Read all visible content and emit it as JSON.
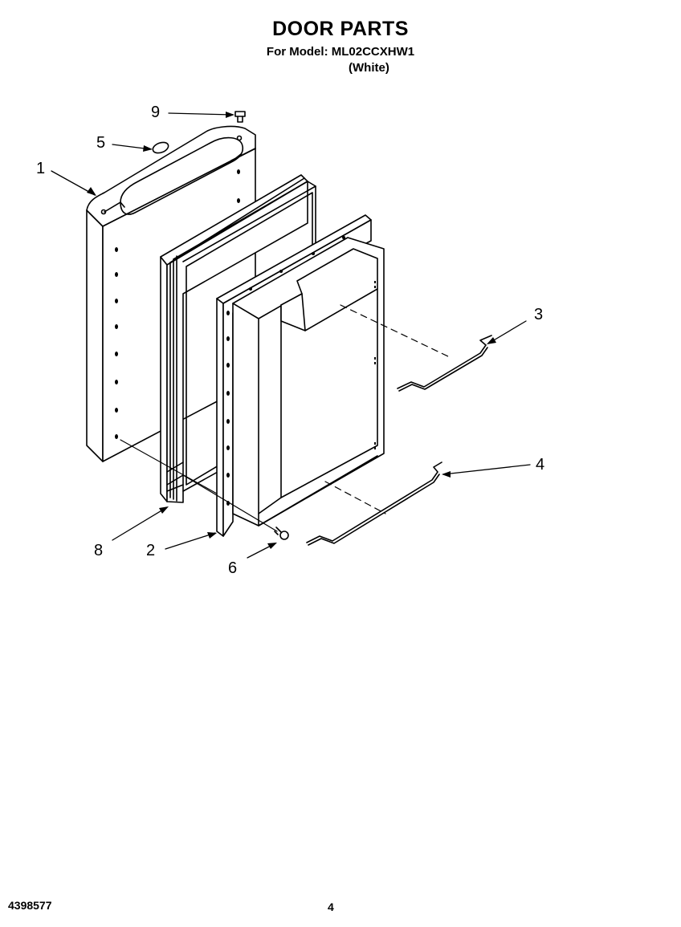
{
  "header": {
    "title": "DOOR PARTS",
    "model_line": "For Model: ML02CCXHW1",
    "color_line": "(White)"
  },
  "callouts": [
    {
      "id": "1",
      "label": "1"
    },
    {
      "id": "2",
      "label": "2"
    },
    {
      "id": "3",
      "label": "3"
    },
    {
      "id": "4",
      "label": "4"
    },
    {
      "id": "5",
      "label": "5"
    },
    {
      "id": "6",
      "label": "6"
    },
    {
      "id": "8",
      "label": "8"
    },
    {
      "id": "9",
      "label": "9"
    }
  ],
  "footer": {
    "part_number": "4398577",
    "page_number": "4"
  }
}
